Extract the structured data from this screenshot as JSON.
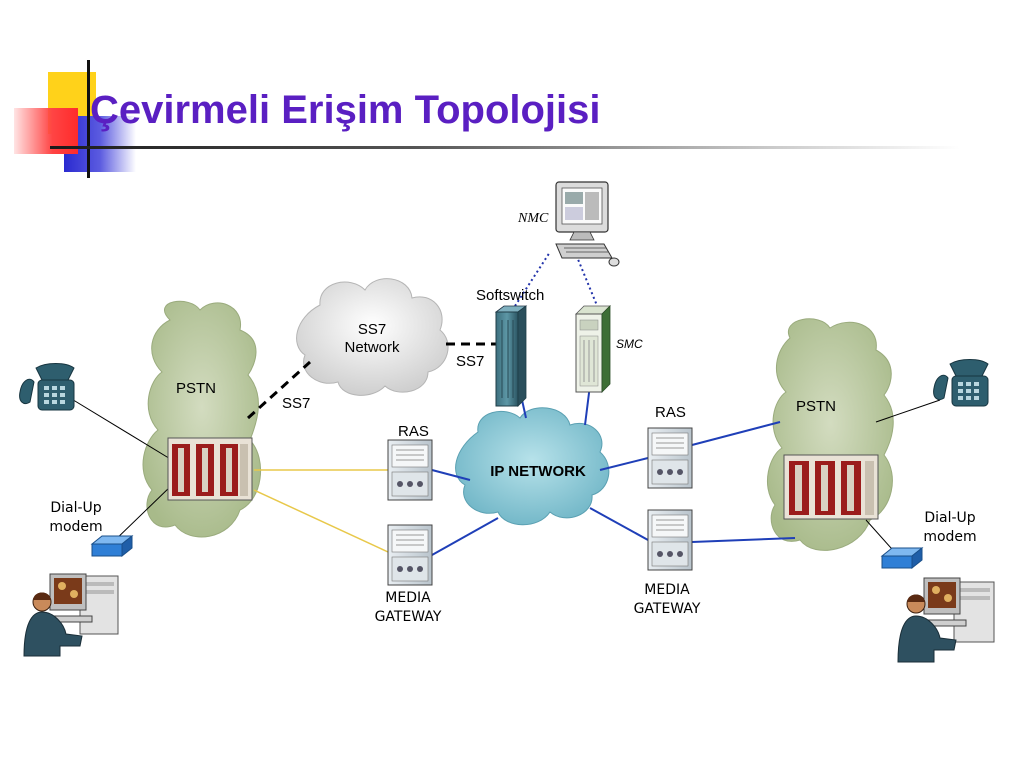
{
  "slide": {
    "title": "Çevirmeli Erişim Topolojisi"
  },
  "colors": {
    "title": "#5a1fc2",
    "cloud_green": "#b9c9a0",
    "cloud_gray": "#e6e6e6",
    "cloud_blue": "#8ec9d6",
    "link_blue": "#1f3fb8",
    "link_yellow": "#e8c84a",
    "link_dotted": "#2233aa"
  },
  "labels": {
    "nmc": "NMC",
    "softswitch": "Softswitch",
    "smc": "SMC",
    "ss7_network_line1": "SS7",
    "ss7_network_line2": "Network",
    "ss7_left": "SS7",
    "ss7_right": "SS7",
    "pstn_left": "PSTN",
    "pstn_right": "PSTN",
    "ras_left": "RAS",
    "ras_right": "RAS",
    "ip_network": "IP NETWORK",
    "media_gateway_left_line1": "MEDIA",
    "media_gateway_left_line2": "GATEWAY",
    "media_gateway_right_line1": "MEDIA",
    "media_gateway_right_line2": "GATEWAY",
    "dialup_left_line1": "Dial-Up",
    "dialup_left_line2": "modem",
    "dialup_right_line1": "Dial-Up",
    "dialup_right_line2": "modem"
  },
  "icons": [
    "telephone-icon",
    "computer-user-icon",
    "modem-icon",
    "server-rack-icon",
    "switch-cabinet-icon",
    "workstation-icon",
    "cloud-icon"
  ]
}
